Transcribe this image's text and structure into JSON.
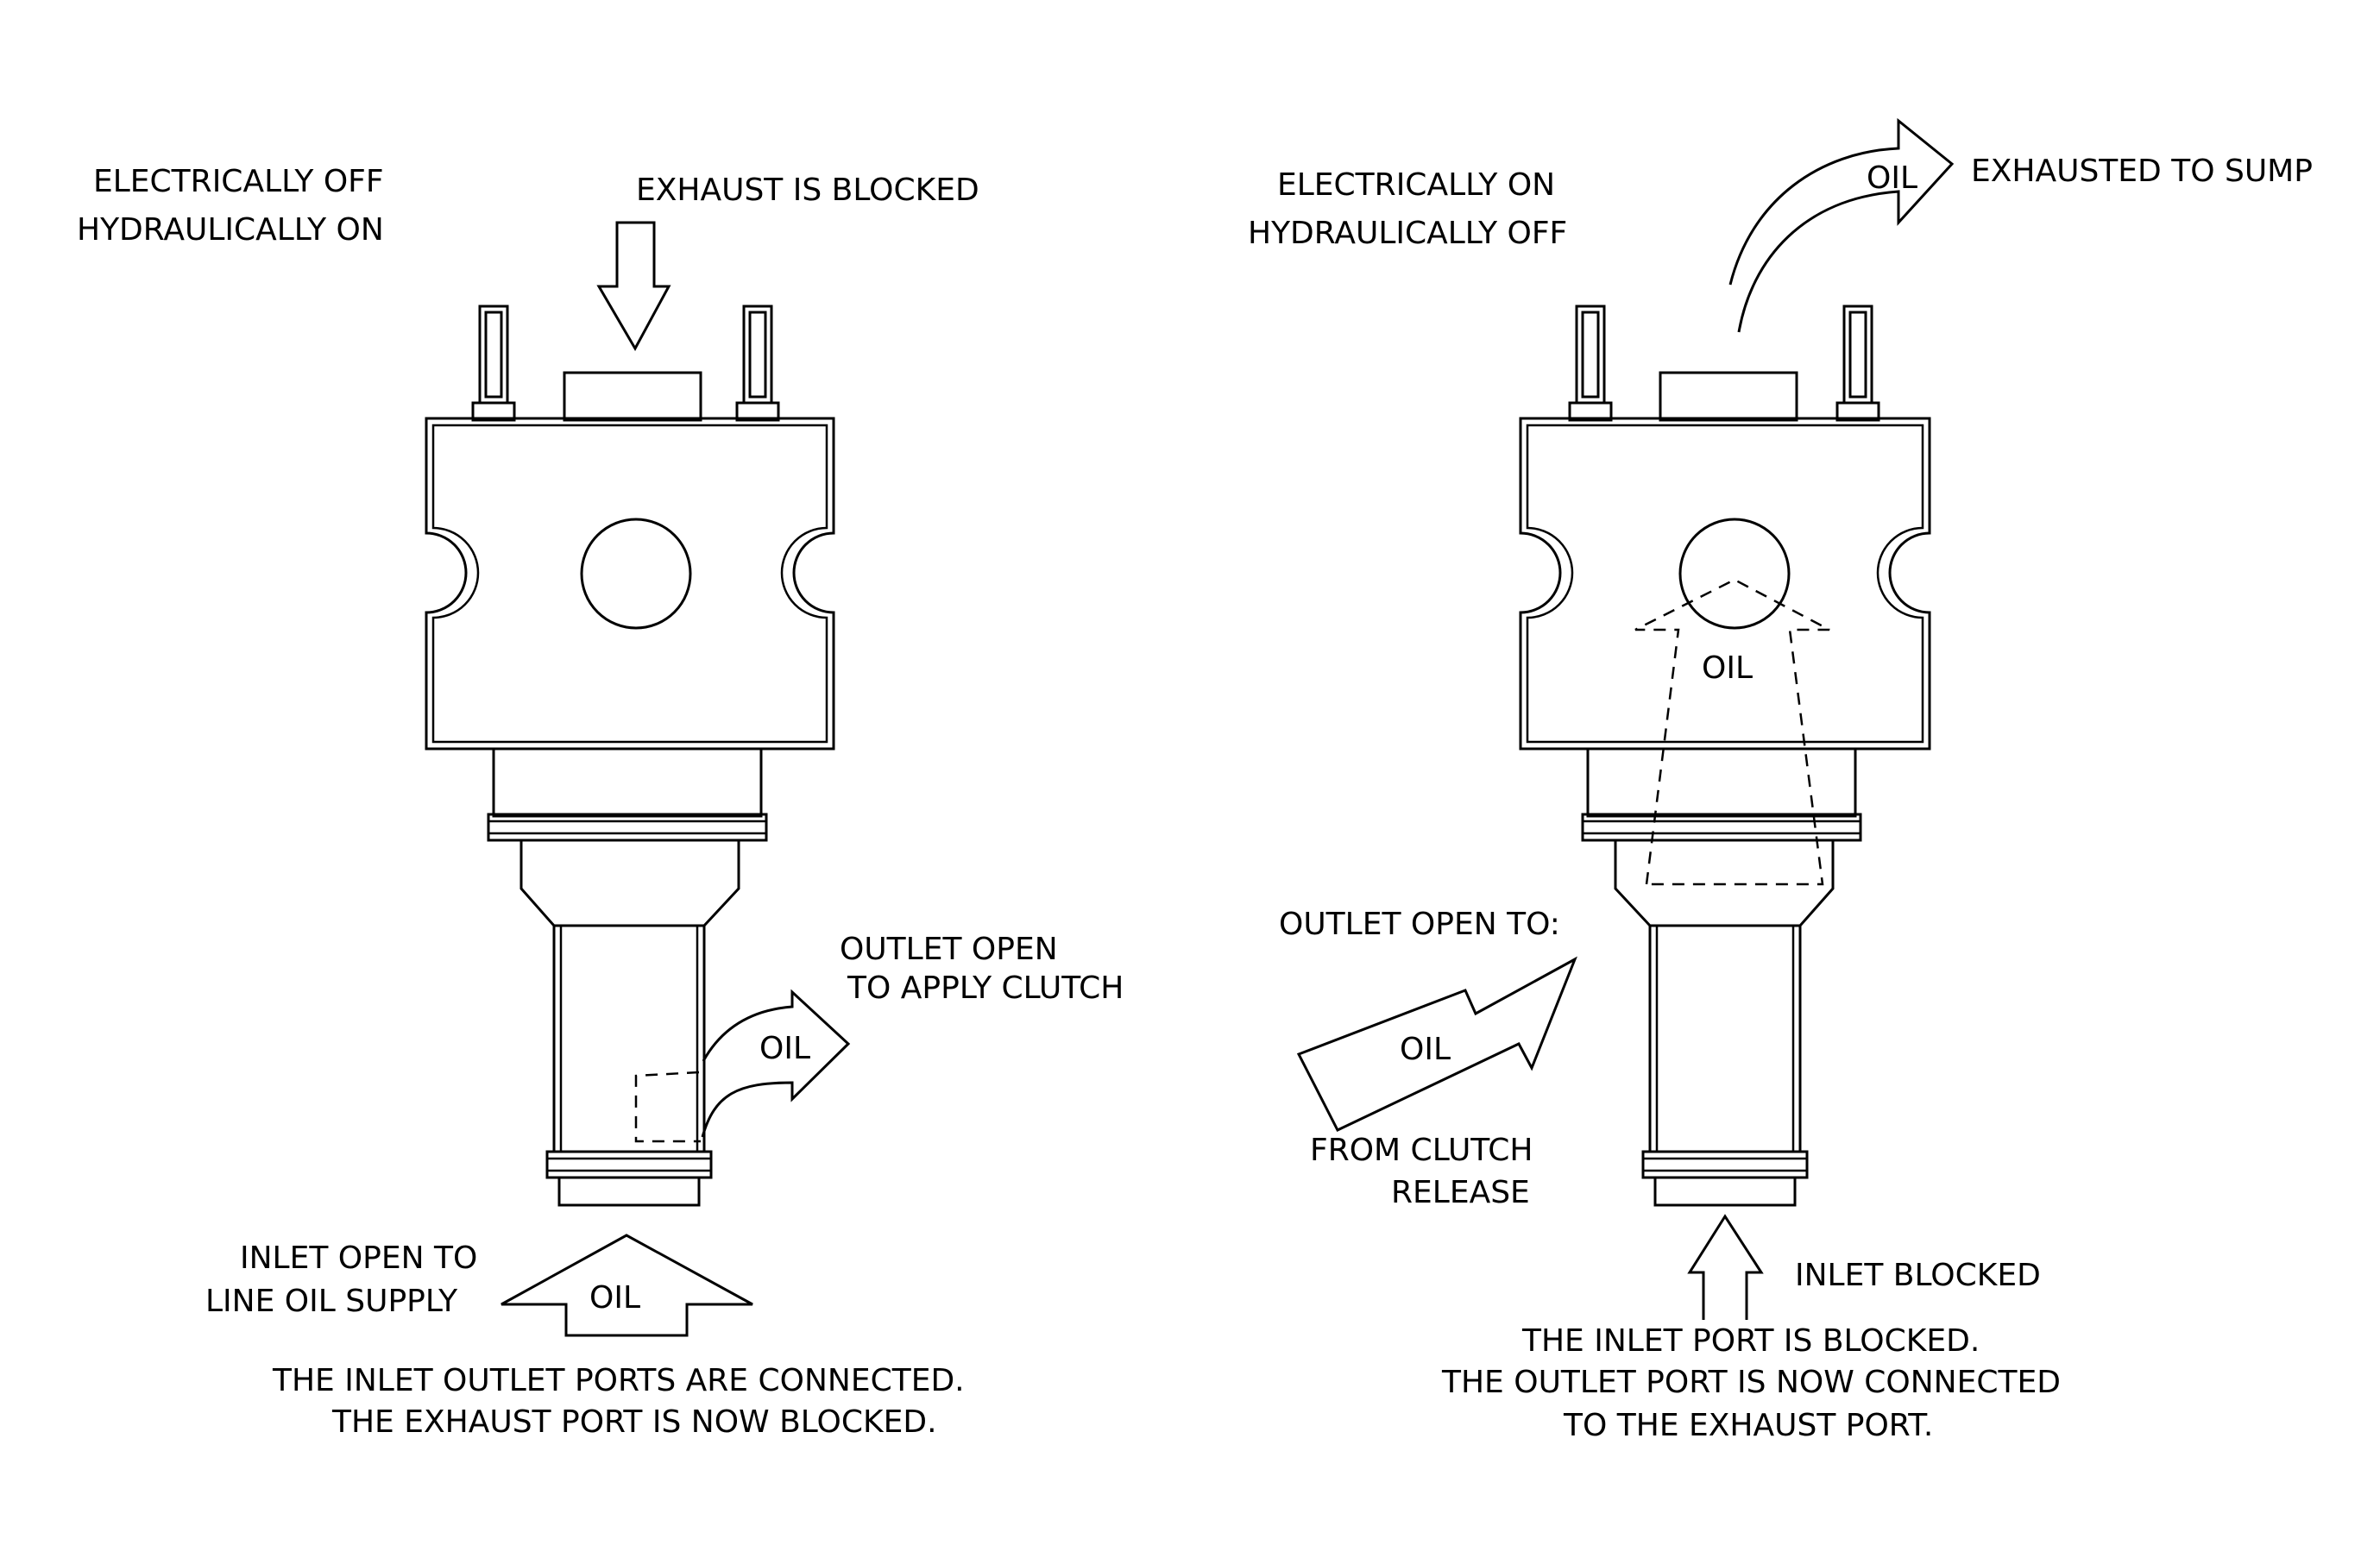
{
  "left_panel": {
    "state_line1": "ELECTRICALLY OFF",
    "state_line2": "HYDRAULICALLY ON",
    "exhaust_label": "EXHAUST IS BLOCKED",
    "outlet_line1": "OUTLET OPEN",
    "outlet_line2": "TO APPLY CLUTCH",
    "outlet_oil": "OIL",
    "inlet_line1": "INLET OPEN TO",
    "inlet_line2": "LINE OIL SUPPLY",
    "inlet_oil": "OIL",
    "caption_line1": "THE INLET OUTLET PORTS ARE CONNECTED.",
    "caption_line2": "THE EXHAUST PORT IS NOW BLOCKED."
  },
  "right_panel": {
    "state_line1": "ELECTRICALLY ON",
    "state_line2": "HYDRAULICALLY OFF",
    "exhaust_oil": "OIL",
    "exhaust_label": "EXHAUSTED TO SUMP",
    "internal_oil": "OIL",
    "outlet_label": "OUTLET OPEN TO:",
    "outlet_oil": "OIL",
    "release_line1": "FROM CLUTCH",
    "release_line2": "RELEASE",
    "inlet_label": "INLET BLOCKED",
    "caption_line1": "THE INLET PORT IS BLOCKED.",
    "caption_line2": "THE OUTLET PORT IS NOW CONNECTED",
    "caption_line3": "TO THE EXHAUST PORT."
  }
}
